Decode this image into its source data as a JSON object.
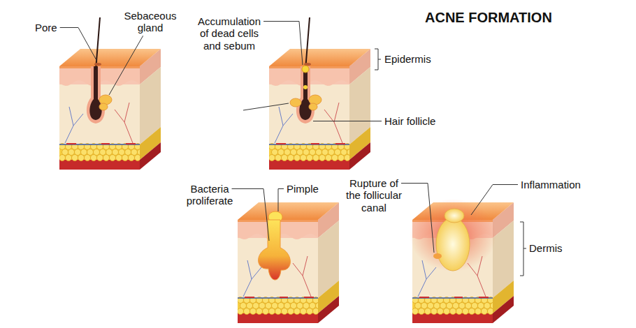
{
  "diagram": {
    "title": "ACNE FORMATION",
    "labels": [
      "Pore",
      "Sebaceous gland",
      "Accumulation of dead cells and sebum",
      "Epidermis",
      "Hair follicle",
      "Bacteria proliferate",
      "Pimple",
      "Rupture of the follicular canal",
      "Inflammation",
      "Dermis"
    ]
  }
}
